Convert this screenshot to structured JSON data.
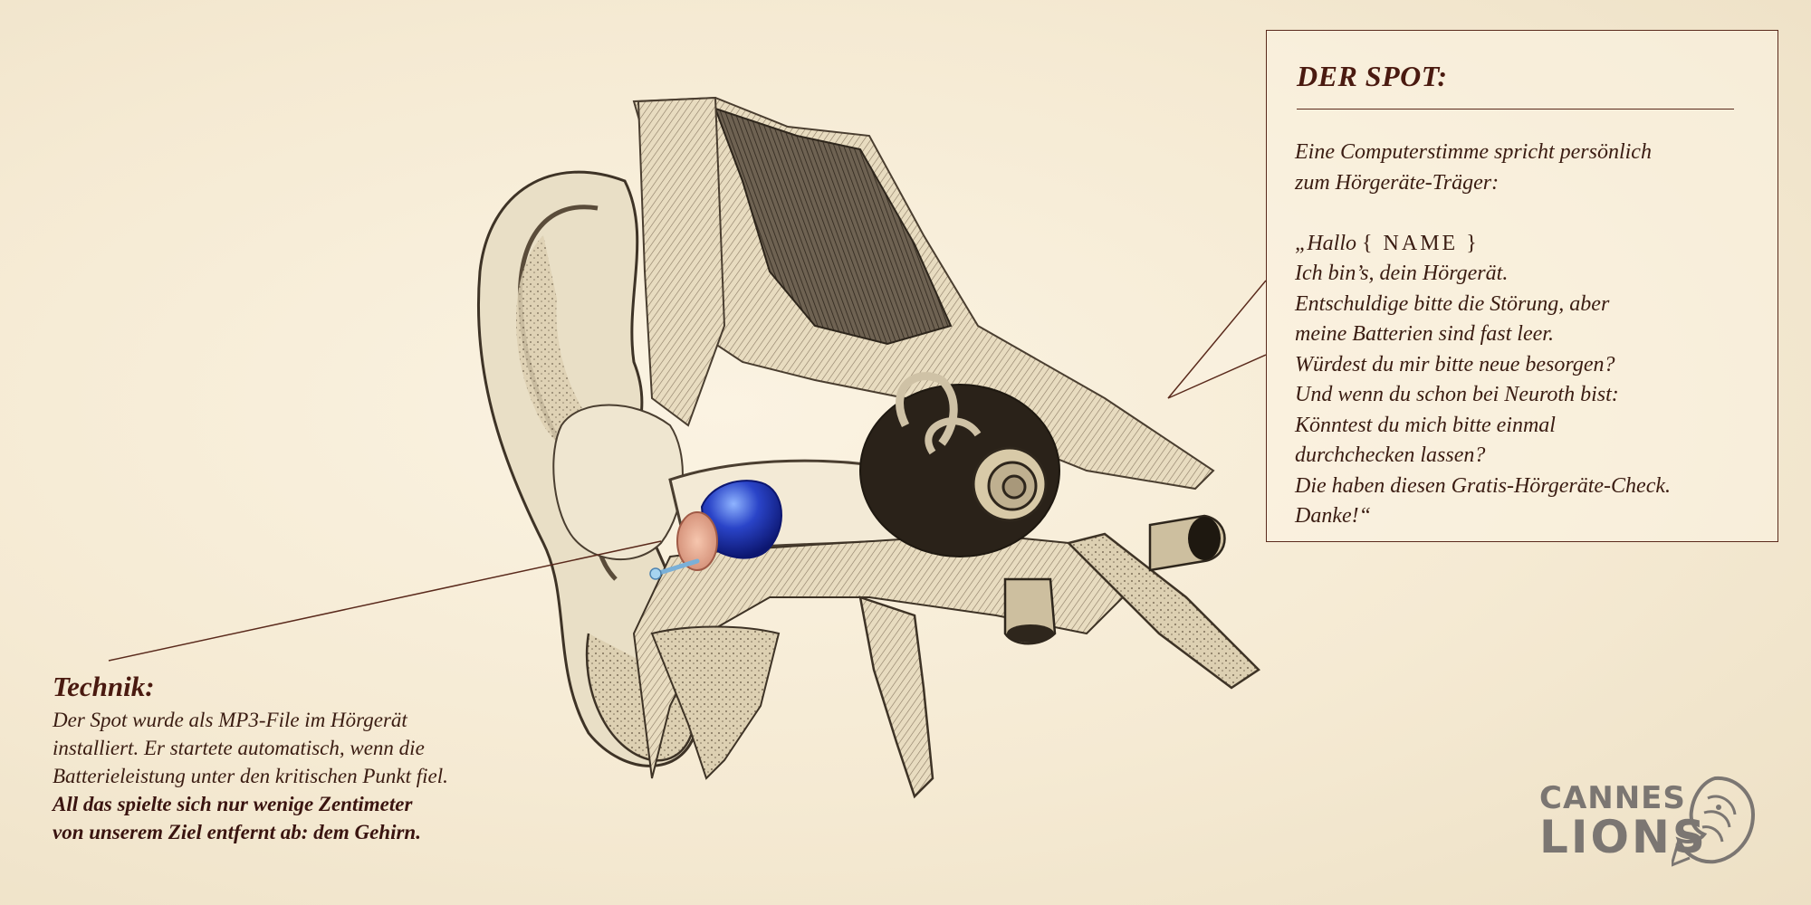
{
  "spot": {
    "title": "DER SPOT:",
    "intro": [
      "Eine Computerstimme spricht persönlich",
      "zum Hörgeräte-Träger:"
    ],
    "quote_open": "„Hallo",
    "name_token": "{ NAME }",
    "quote_lines": [
      "Ich bin’s, dein Hörgerät.",
      "Entschuldige bitte die Störung, aber",
      "meine Batterien sind fast leer.",
      "Würdest du mir bitte neue besorgen?",
      "Und wenn du schon bei Neuroth bist:",
      "Könntest du mich bitte einmal",
      "durchchecken lassen?",
      "Die haben diesen Gratis-Hörgeräte-Check.",
      "Danke!“"
    ]
  },
  "technik": {
    "title": "Technik:",
    "lines": [
      "Der Spot wurde als MP3-File im Hörgerät",
      "installiert. Er startete automatisch, wenn die",
      "Batterieleistung unter den kritischen Punkt fiel."
    ],
    "bold_lines": [
      "All das spielte sich nur wenige Zentimeter",
      "von unserem Ziel entfernt ab: dem Gehirn."
    ]
  },
  "logo": {
    "line1": "CANNES",
    "line2": "LIONS"
  },
  "colors": {
    "background": "#f5ead3",
    "text": "#3a1c12",
    "frame": "#5a2a1c",
    "hearing_aid": "#2a44c8",
    "logo": "#7b7672"
  }
}
